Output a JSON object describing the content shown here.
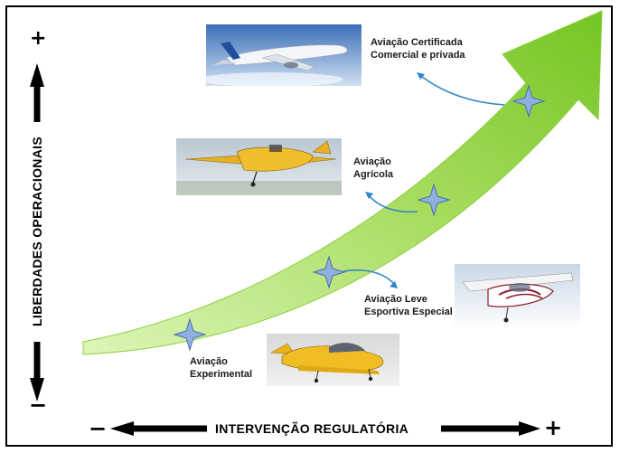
{
  "y_axis": {
    "title": "LIBERDADES OPERACIONAIS",
    "plus": "+",
    "minus": "−"
  },
  "x_axis": {
    "title": "INTERVENÇÃO REGULATÓRIA",
    "plus": "+",
    "minus": "−"
  },
  "stages": [
    {
      "id": "experimental",
      "line1": "Aviação",
      "line2": "Experimental",
      "photo": "yellow-experimental-aircraft"
    },
    {
      "id": "leve-esportiva",
      "line1": "Aviação Leve",
      "line2": "Esportiva Especial",
      "photo": "white-light-sport-aircraft"
    },
    {
      "id": "agricola",
      "line1": "Aviação",
      "line2": "Agrícola",
      "photo": "yellow-agricultural-aircraft"
    },
    {
      "id": "certificada",
      "line1": "Aviação Certificada",
      "line2": "Comercial e privada",
      "photo": "airbus-airliner"
    }
  ],
  "colors": {
    "arrow_light": "#d8f3b0",
    "arrow_dark": "#7ccb2a",
    "connector": "#2f86c6",
    "star": "#8fb0df"
  }
}
